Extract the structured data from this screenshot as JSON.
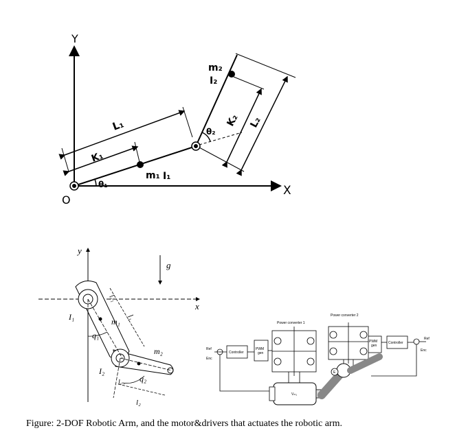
{
  "kinematic_diagram": {
    "axis_y": "Y",
    "axis_x": "X",
    "origin": "O",
    "theta1": "θ₁",
    "theta2": "θ₂",
    "L1": "L₁",
    "K1": "K₁",
    "m1": "m₁",
    "I1": "I₁",
    "m2": "m₂",
    "I2": "I₂",
    "K2": "K₂",
    "L2": "L₂"
  },
  "dynamic_diagram": {
    "axis_y": "y",
    "axis_x": "x",
    "gravity": "g",
    "I1": "I₁",
    "I2": "I₂",
    "m1": "m₁",
    "m2": "m₂",
    "q1": "q₁",
    "q2": "q₂",
    "l1": "l₁",
    "l2": "l₂",
    "lc1": "l꜀₁",
    "lc2": "l꜀₂"
  },
  "motor_driver_diagram": {
    "power_converter_1": "Power converter 1",
    "power_converter_2": "Power converter 2",
    "controller_left": "Controller",
    "controller_right": "Controller",
    "pwm_gen_left_line1": "PWM",
    "pwm_gen_left_line2": "gen",
    "pwm_gen_right_line1": "PWM",
    "pwm_gen_right_line2": "gen",
    "ref_left": "Ref",
    "enc_left": "Enc",
    "ref_right": "Ref",
    "enc_right": "Enc",
    "motor_label": "Vₘ₁",
    "encoder_label": "E"
  },
  "caption": "Figure:  2-DOF Robotic Arm, and the motor&drivers that actuates the robotic arm."
}
